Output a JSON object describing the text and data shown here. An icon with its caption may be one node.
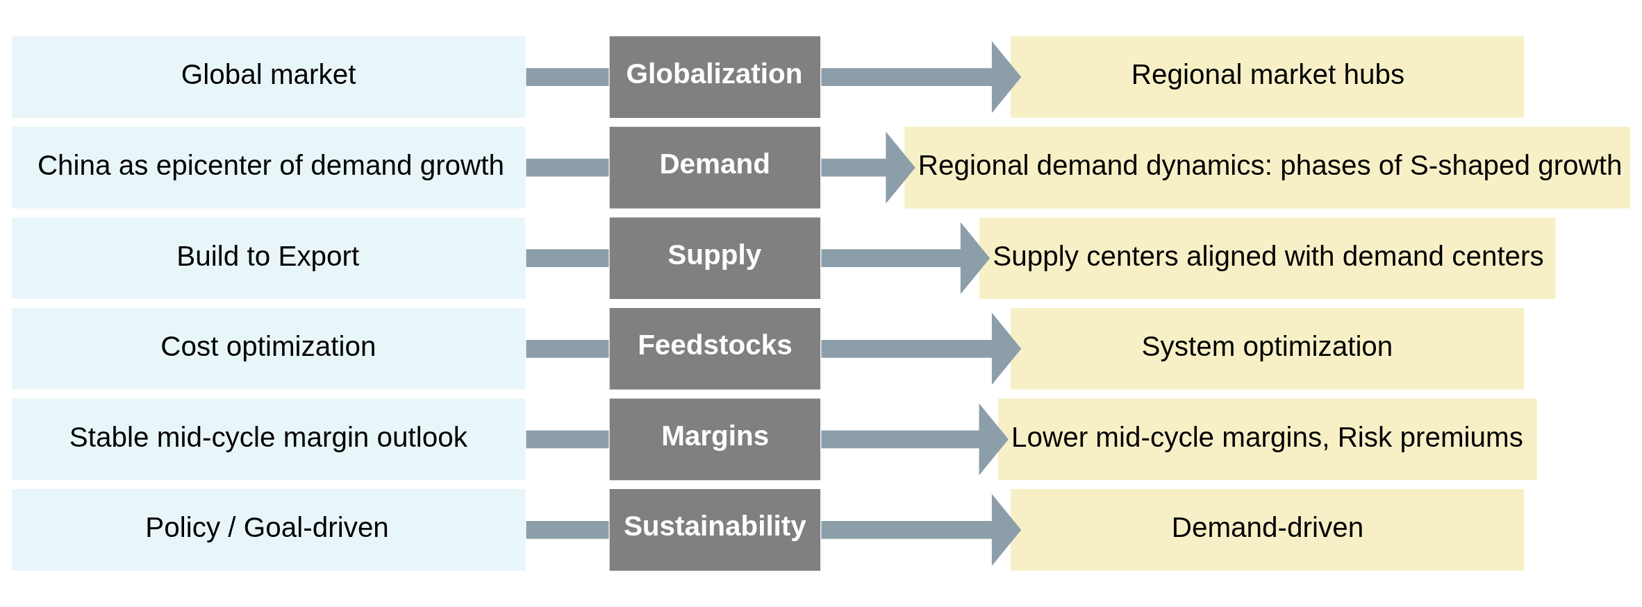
{
  "diagram": {
    "nodes": [
      {
        "text": [
          "Global market"
        ]
      },
      {
        "text": [
          "Globalization"
        ]
      },
      {
        "text": [
          "Regional market hubs"
        ]
      },
      {
        "text": [
          "China as epicenter of demand growth"
        ]
      },
      {
        "text": [
          "Demand"
        ]
      },
      {
        "text": [
          "Regional demand dynamics: phases of S-shaped growth"
        ]
      },
      {
        "text": [
          "Build to Export"
        ]
      },
      {
        "text": [
          "Supply"
        ]
      },
      {
        "text": [
          "Supply centers aligned with demand centers"
        ]
      },
      {
        "text": [
          "Cost optimization"
        ]
      },
      {
        "text": [
          "Feedstocks"
        ]
      },
      {
        "text": [
          "System optimization"
        ]
      },
      {
        "text": [
          "Stable mid-cycle margin outlook"
        ]
      },
      {
        "text": [
          "Margins"
        ]
      },
      {
        "text": [
          "Lower mid-cycle margins, Risk premiums"
        ]
      },
      {
        "text": [
          "Policy / Goal-driven"
        ]
      },
      {
        "text": [
          "Sustainability"
        ]
      },
      {
        "text": [
          "Demand-driven"
        ]
      }
    ],
    "edges": [
      {
        "from": 0,
        "to": 1,
        "arrow": "none"
      },
      {
        "from": 1,
        "to": 2,
        "arrow": "to"
      },
      {
        "from": 3,
        "to": 4,
        "arrow": "none"
      },
      {
        "from": 4,
        "to": 5,
        "arrow": "to"
      },
      {
        "from": 6,
        "to": 7,
        "arrow": "none"
      },
      {
        "from": 7,
        "to": 8,
        "arrow": "to"
      },
      {
        "from": 9,
        "to": 10,
        "arrow": "none"
      },
      {
        "from": 10,
        "to": 11,
        "arrow": "to"
      },
      {
        "from": 12,
        "to": 13,
        "arrow": "none"
      },
      {
        "from": 13,
        "to": 14,
        "arrow": "to"
      },
      {
        "from": 15,
        "to": 16,
        "arrow": "none"
      },
      {
        "from": 16,
        "to": 17,
        "arrow": "to"
      }
    ]
  }
}
